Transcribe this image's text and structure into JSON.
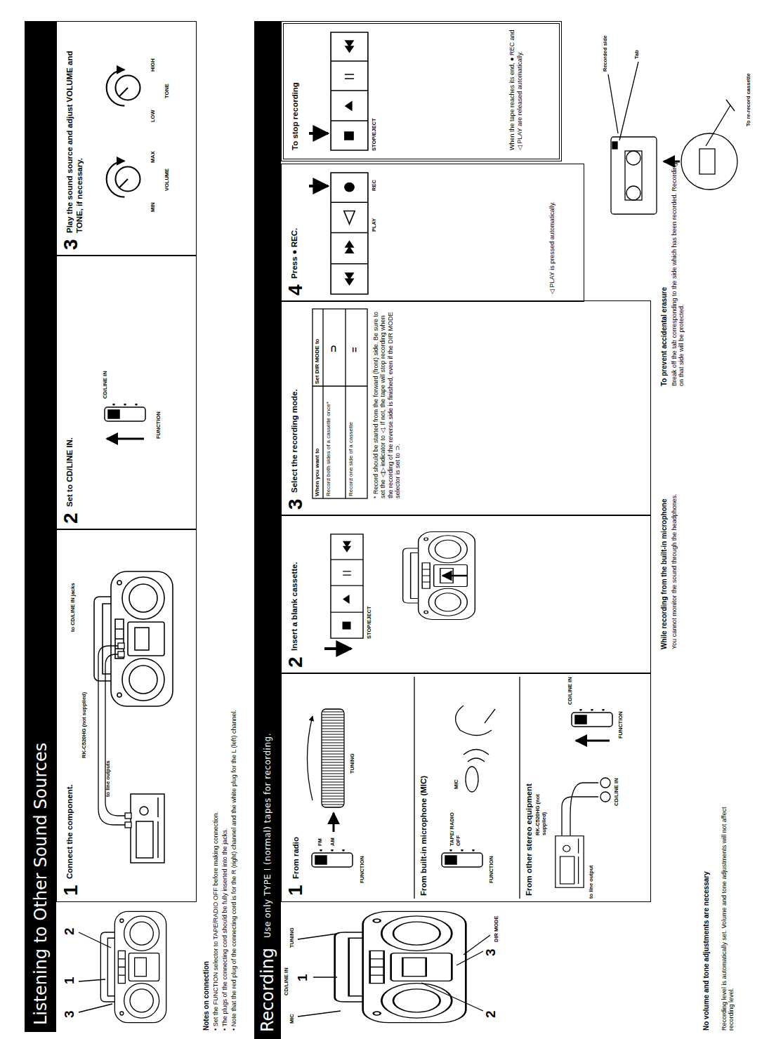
{
  "diagram": {
    "nodes": [
      {
        "text": [
          "Listening to Other Sound Sources"
        ]
      },
      {
        "text": [
          "1",
          "Connect the component."
        ]
      },
      {
        "text": [
          "2",
          "Set to CD/LINE IN."
        ]
      },
      {
        "text": [
          "3",
          "Play the sound source and adjust VOLUME and TONE, if necessary."
        ]
      },
      {
        "text": [
          "Recording",
          "Use only TYPE I (normal) tapes for recording."
        ]
      },
      {
        "text": [
          "1",
          "From radio",
          "From built-in microphone (MIC)",
          "From other stereo equipment"
        ]
      },
      {
        "text": [
          "2",
          "Insert a blank cassette."
        ]
      },
      {
        "text": [
          "3",
          "Select the recording mode."
        ]
      },
      {
        "text": [
          "4",
          "Press ● REC.",
          "◁ PLAY is pressed automatically."
        ]
      },
      {
        "text": [
          "To stop recording",
          "When the tape reaches its end, ● REC and ◁ PLAY are released automatically."
        ]
      }
    ],
    "labels": [
      "3",
      "1",
      "2",
      "Notes on connection",
      "• Set the FUNCTION selector to TAPE/RADIO OFF before making connection.",
      "• The plugs of the connecting cord should be fully inserted into the jacks.",
      "• Note that the red plug of the connecting cord is for the R (right) channel and the white plug for the L (left) channel.",
      "RK-C520HG (not supplied)",
      "to line outputs",
      "to CD/LINE IN jacks",
      "CD/LINE IN",
      "FUNCTION",
      "MIN",
      "MAX",
      "VOLUME",
      "LOW",
      "HIGH",
      "TONE",
      "MIC",
      "CD/LINE IN",
      "TUNING",
      "1",
      "2",
      "3",
      "DIR MODE",
      "FM",
      "AM",
      "FUNCTION",
      "TUNING",
      "TAPE/ RADIO OFF",
      "FUNCTION",
      "MIC",
      "to line output",
      "RK-C520HG (not supplied)",
      "CD/LINE IN",
      "FUNCTION",
      "CD/LINE IN",
      "STOP/EJECT",
      "When you want to",
      "Set DIR MODE to",
      "Record both sides of a cassette once*",
      "⊃",
      "Record one side of a cassette",
      "=",
      "* Record should be started from the forward (front) side. Be sure to set the ◁▷ indicator to ◁. If not, the tape will stop recording when the recording of the reverse side is finished, even if the DIR MODE selector is set to ⊃.",
      "PLAY",
      "REC",
      "STOP/EJECT",
      "Recorded side",
      "Tab",
      "To re-record cassette",
      "No volume and tone adjustments are necessary",
      "Recording level is automatically set. Volume and tone adjustments will not affect recording level.",
      "While recording from the built-in microphone",
      "You cannot monitor the sound through the headphones.",
      "To prevent accidental erasure",
      "Break off the tab corresponding to the side which has been recorded. Recording on that side will be protected."
    ]
  }
}
